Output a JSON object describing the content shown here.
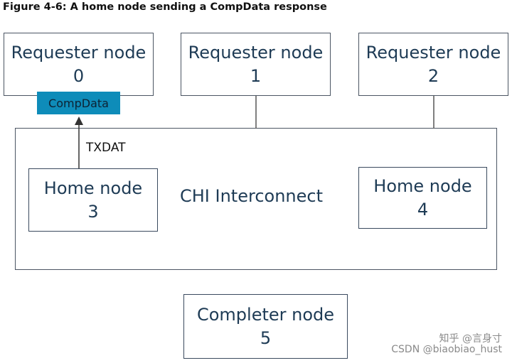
{
  "caption": "Figure 4-6: A home node sending a CompData response",
  "interconnect": {
    "label": "CHI Interconnect"
  },
  "requesters": [
    {
      "title": "Requester node",
      "id": "0"
    },
    {
      "title": "Requester node",
      "id": "1"
    },
    {
      "title": "Requester node",
      "id": "2"
    }
  ],
  "home_nodes": [
    {
      "title": "Home node",
      "id": "3"
    },
    {
      "title": "Home node",
      "id": "4"
    }
  ],
  "completer": {
    "title": "Completer node",
    "id": "5"
  },
  "message": {
    "badge": "CompData",
    "channel": "TXDAT"
  },
  "watermarks": [
    "知乎 @言身寸",
    "CSDN @biaobiao_hust"
  ],
  "colors": {
    "badge": "#0e8cb9",
    "node_text": "#1e3b55",
    "border": "#4b5563"
  }
}
